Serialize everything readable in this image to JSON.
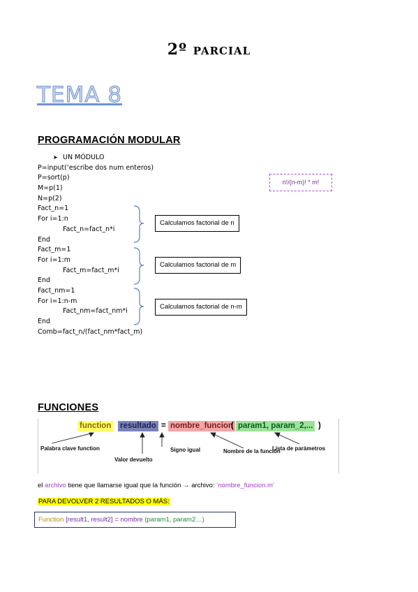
{
  "title": "2º parcial",
  "tema": "TEMA 8",
  "section1": {
    "heading": "PROGRAMACIÓN MODULAR",
    "bullet": "UN MÓDULO",
    "code_lines": [
      "P=input(‘escribe dos num enteros)",
      "P=sort(p)",
      "M=p(1)",
      "N=p(2)",
      "Fact_n=1",
      "For i=1:n",
      "Fact_n=fact_n*i",
      "End",
      "Fact_m=1",
      "For i=1:m",
      "Fact_m=fact_m*i",
      "End",
      "Fact_nm=1",
      "For i=1:n-m",
      "Fact_nm=fact_nm*i",
      "End",
      "Comb=fact_n/(fact_nm*fact_m)"
    ],
    "annotations": [
      "Calculamos factorial de n",
      "Calculamos factorial de m",
      "Calculamos factorial de n-m"
    ],
    "formula": "n!/(n-m)! * m!"
  },
  "section2": {
    "heading": "FUNCIONES",
    "diagram": {
      "keyword": "function",
      "result": "resultado",
      "equals": "=",
      "name": "nombre_funcion",
      "open_paren": "(",
      "params": "param1, param_2,...",
      "close_paren": ")",
      "label_keyword": "Palabra clave function",
      "label_equals": "Signo igual",
      "label_params": "Lista de parámetros",
      "label_result": "Valor devuelto",
      "label_name": "Nombre de la función",
      "colors": {
        "keyword_bg": "#ffff66",
        "result_bg": "#7b82b8",
        "name_bg": "#f5a6a6",
        "params_bg": "#9be39b"
      }
    },
    "note": {
      "part1": "el",
      "archivo": "archivo",
      "part2": "tiene que llamarse igual que la función  → archivo:",
      "filename": "‘nombre_funcion.m’"
    },
    "yellow_note": "PARA DEVOLVER 2 RESULTADOS O MÁS:",
    "call": {
      "kw": "Function",
      "result": "[result1, result2]",
      "eq": "= nombre",
      "params": "(param1, param2…)"
    }
  }
}
